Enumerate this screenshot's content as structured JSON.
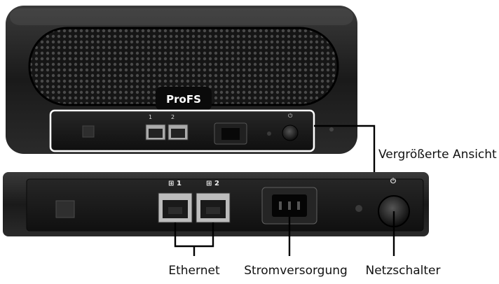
{
  "device": {
    "brand": "ProFS",
    "port_label_1": "1",
    "port_label_2": "2"
  },
  "labels": {
    "zoom_view": "Vergrößerte Ansicht",
    "ethernet": "Ethernet",
    "power_supply": "Stromversorgung",
    "power_switch": "Netzschalter"
  },
  "colors": {
    "housing": "#111111",
    "grille": "#333333",
    "highlight_frame": "#ffffff",
    "leader_lines": "#000000"
  }
}
